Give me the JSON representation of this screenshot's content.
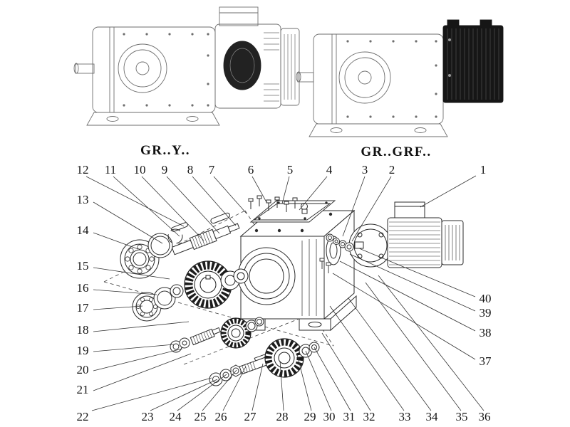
{
  "labels": {
    "left": "GR..Y..",
    "right": "GR..GRF.."
  },
  "callouts": [
    "1",
    "2",
    "3",
    "4",
    "5",
    "6",
    "7",
    "8",
    "9",
    "10",
    "11",
    "12",
    "13",
    "14",
    "15",
    "16",
    "17",
    "18",
    "19",
    "20",
    "21",
    "22",
    "23",
    "24",
    "25",
    "26",
    "27",
    "28",
    "29",
    "30",
    "31",
    "32",
    "33",
    "34",
    "35",
    "36",
    "37",
    "38",
    "39",
    "40"
  ],
  "colors": {
    "line": "#2b2b2b",
    "light_line": "#6e6e6e",
    "dark_fill": "#1c1c1c",
    "background": "#ffffff"
  }
}
